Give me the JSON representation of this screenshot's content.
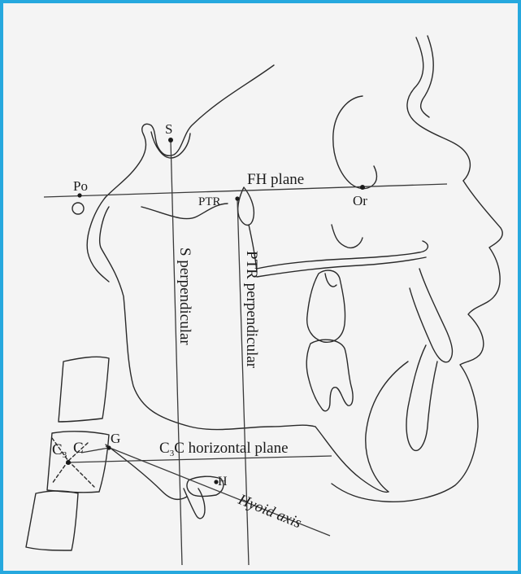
{
  "labels": {
    "s": "S",
    "po": "Po",
    "fh_plane": "FH plane",
    "ptr": "PTR",
    "or": "Or",
    "s_perpendicular": "S perpendicular",
    "ptr_perpendicular": "PTR perpendicular",
    "c3": "C",
    "c3_sub": "3",
    "c": "C",
    "g": "G",
    "c3c_plane_c": "C",
    "c3c_plane_sub": "3",
    "c3c_plane_rest": "C horizontal plane",
    "h": "H",
    "hyoid_axis": "Hyoid axis"
  },
  "colors": {
    "frame_border": "#26a8de",
    "background": "#f4f4f4",
    "ink": "#2a2a2a"
  }
}
